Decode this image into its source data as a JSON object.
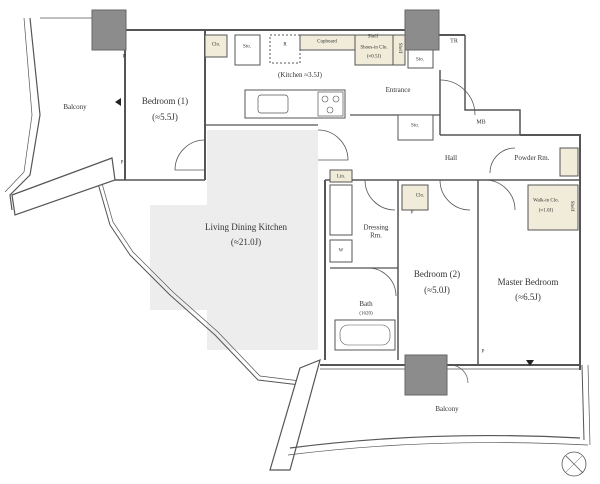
{
  "floorplan": {
    "rooms": {
      "ldk": {
        "name": "Living Dining Kitchen",
        "area": "(≈21.0J)"
      },
      "bedroom1": {
        "name": "Bedroom (1)",
        "area": "(≈5.5J)"
      },
      "bedroom2": {
        "name": "Bedroom (2)",
        "area": "(≈5.0J)"
      },
      "master": {
        "name": "Master Bedroom",
        "area": "(≈6.5J)"
      },
      "kitchen": {
        "name": "(Kitchen ≈3.5J)"
      },
      "entrance": {
        "name": "Entrance"
      },
      "hall": {
        "name": "Hall"
      },
      "powder": {
        "name": "Powder Rm."
      },
      "dressing": {
        "name": "Dressing Rm."
      },
      "bath": {
        "name": "Bath",
        "size": "(1620)"
      },
      "balcony_left": {
        "name": "Balcony"
      },
      "balcony_bottom": {
        "name": "Balcony"
      }
    },
    "fixtures": {
      "clo1": "Clo.",
      "sto1": "Sto.",
      "r": "R",
      "cupboard": "Cupboard",
      "shelf1": "Shelf",
      "shoes_in_clo": "Shoes-in Clo.",
      "shoes_in_clo_area": "(≈0.5J)",
      "shelf2": "Shelf",
      "sto2": "Sto.",
      "tr": "TR",
      "mb": "MB",
      "sto3": "Sto.",
      "lin": "Lin.",
      "clo2": "Clo.",
      "walk_in_clo": "Walk-in Clo.",
      "walk_in_area": "(≈1.0J)",
      "shelf3": "Shelf",
      "w": "W",
      "p": "P"
    },
    "colors": {
      "wall": "#666666",
      "column": "#8c8c8c",
      "ldk_area": "#ededed",
      "storage": "#f1ecd9",
      "line": "#555555"
    }
  }
}
